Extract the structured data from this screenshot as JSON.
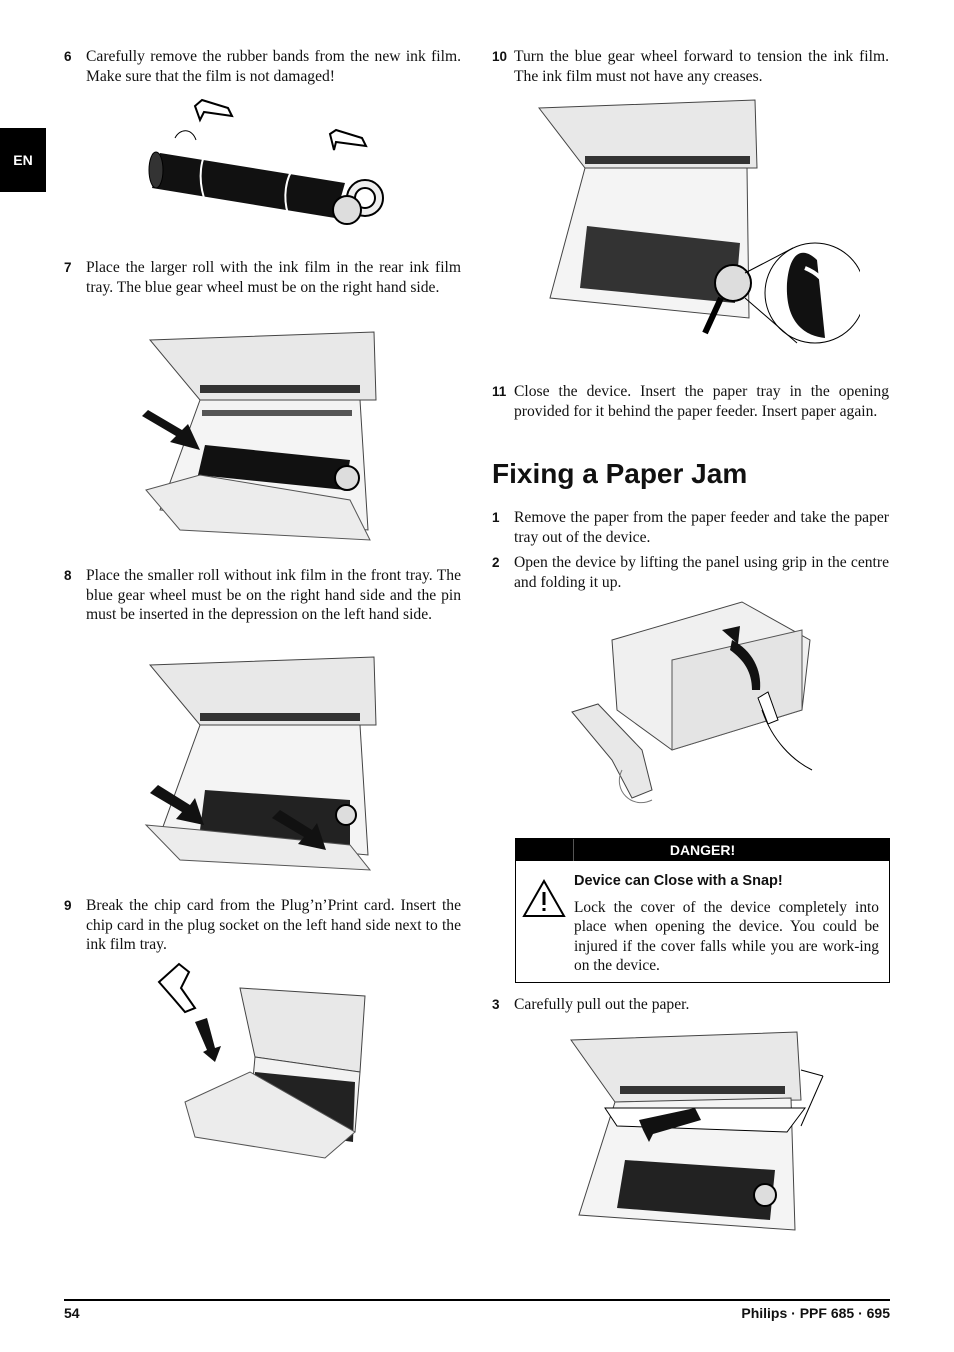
{
  "side_tab": "EN",
  "steps_left": [
    {
      "num": "6",
      "text": "Carefully remove the rubber bands from the new ink film. Make sure that the film is not damaged!"
    },
    {
      "num": "7",
      "text": "Place the larger roll with the ink film in the rear ink film tray. The blue gear wheel must be on the right hand side."
    },
    {
      "num": "8",
      "text": "Place the smaller roll without ink film in the front tray. The blue gear wheel must be on the right hand side and the pin must be inserted in the depression on the left hand side."
    },
    {
      "num": "9",
      "text": "Break the chip card from the Plug’n’Print card. Insert the chip card in the plug socket on the left hand side next to the ink film tray."
    }
  ],
  "steps_right_top": [
    {
      "num": "10",
      "text": "Turn the blue gear wheel forward to tension the ink film. The ink film must not have any creases."
    },
    {
      "num": "11",
      "text": "Close the device. Insert the paper tray in the opening provided for it behind the paper feeder. Insert paper again."
    }
  ],
  "section_heading": "Fixing a Paper Jam",
  "steps_paper_jam": [
    {
      "num": "1",
      "text": "Remove the paper from the paper feeder and take the paper tray out of the device."
    },
    {
      "num": "2",
      "text": "Open the device by lifting the panel using grip in the centre and folding it up."
    },
    {
      "num": "3",
      "text": "Carefully pull out the paper."
    }
  ],
  "danger": {
    "header": "DANGER!",
    "title": "Device can Close with a Snap!",
    "body": "Lock the cover of the device completely into place when opening the device. You could be injured if the cover falls while you are work-ing on the device.",
    "icon": "warning-triangle-icon"
  },
  "footer": {
    "page_number": "54",
    "product": "Philips · PPF 685 · 695"
  }
}
